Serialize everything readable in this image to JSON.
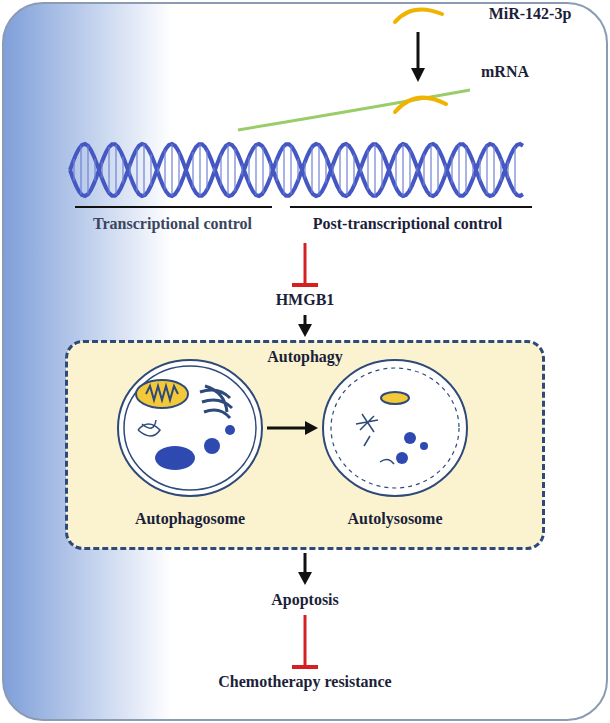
{
  "diagram": {
    "nodes": [
      {
        "text": [
          "MiR-142-3p"
        ]
      },
      {
        "text": [
          "Transcriptional control",
          "Post-transcriptional control"
        ]
      },
      {
        "text": [
          "HMGB1"
        ]
      },
      {
        "text": [
          "Autophagy"
        ]
      },
      {
        "text": [
          "Autophagosome"
        ],
        "in": 3
      },
      {
        "text": [
          "Autolysosome"
        ],
        "in": 3
      },
      {
        "text": [
          "Apoptosis"
        ]
      },
      {
        "text": [
          "Chemotherapy resistance"
        ]
      }
    ],
    "edges": [
      {
        "from": 1,
        "to": 2,
        "arrow": "to"
      },
      {
        "from": 2,
        "to": 3,
        "arrow": "to"
      },
      {
        "from": 4,
        "to": 5,
        "arrow": "to"
      },
      {
        "from": 3,
        "to": 6,
        "arrow": "to"
      },
      {
        "from": 6,
        "to": 7,
        "arrow": "to"
      }
    ],
    "labels": [
      "mRNA"
    ]
  }
}
